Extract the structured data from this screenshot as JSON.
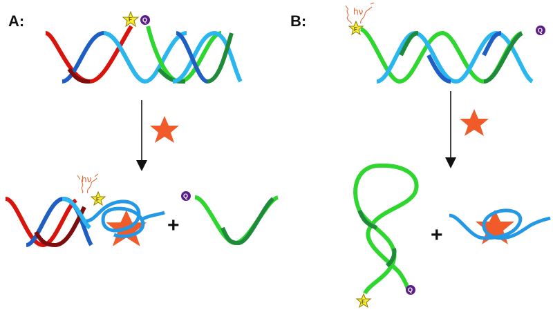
{
  "panels": {
    "a": {
      "label": "A:"
    },
    "b": {
      "label": "B:"
    }
  },
  "glyphs": {
    "fluorophore": "F",
    "quencher": "Q",
    "emission": "hν",
    "plus": "+"
  },
  "colors": {
    "red_strand": "#d8140c",
    "dark_red_strand": "#7e0d0d",
    "blue_strand": "#1f5fc4",
    "cyan_strand": "#2ab6ee",
    "green_strand": "#2fd62f",
    "dark_green_strand": "#1e8a3a",
    "target_star": "#f15a29",
    "fluorophore_star": "#f7ec2e",
    "quencher_dot": "#5a1d8a",
    "aptamer_ribbon": "#2399e6",
    "arrow": "#111111"
  }
}
